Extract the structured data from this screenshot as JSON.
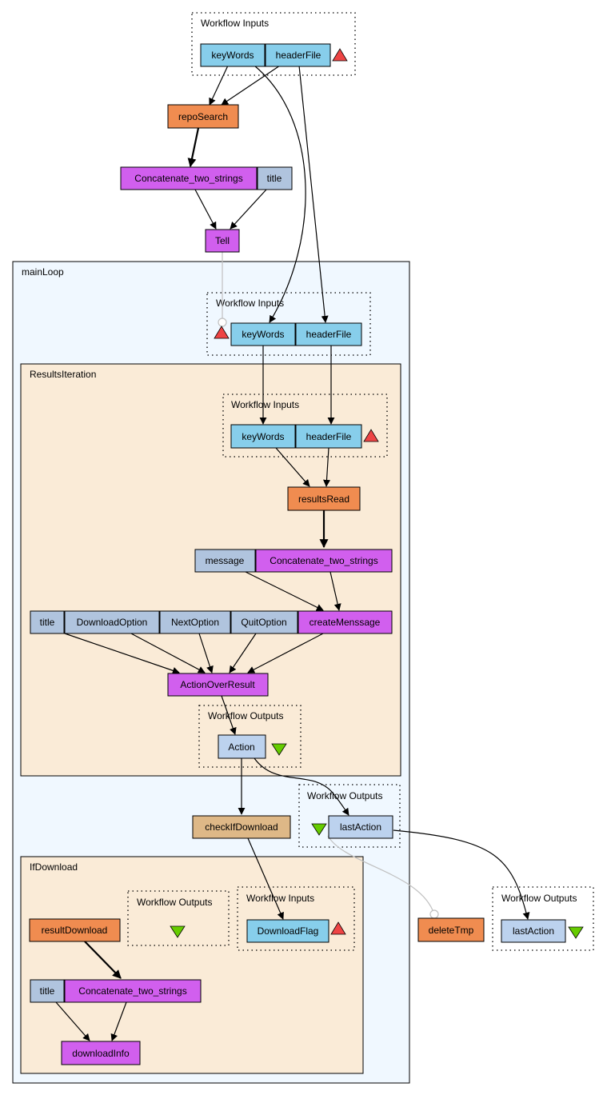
{
  "colors": {
    "input_port": "#87ceeb",
    "output_port": "#bcd2ee",
    "constant": "#b0c4de",
    "beanshell": "#f08c50",
    "local_worker": "#d15fee",
    "nested_dataflow": "#deb887",
    "loop_bg": "#f0f8ff",
    "nested_bg": "#faebd7",
    "input_marker": "#ee4444",
    "output_marker": "#66cc00"
  },
  "groups": {
    "main_loop": "mainLoop",
    "results_iteration": "ResultsIteration",
    "if_download": "IfDownload"
  },
  "ports": {
    "top_inputs": "Workflow Inputs",
    "loop_inputs": "Workflow Inputs",
    "iteration_inputs": "Workflow Inputs",
    "iteration_outputs": "Workflow Outputs",
    "loop_outputs": "Workflow Outputs",
    "ifdownload_outputs": "Workflow Outputs",
    "ifdownload_inputs": "Workflow Inputs",
    "final_outputs": "Workflow Outputs"
  },
  "nodes": {
    "keywords_top": "keyWords",
    "headerfile_top": "headerFile",
    "reposearch": "repoSearch",
    "concat_top": "Concatenate_two_strings",
    "title_top": "title",
    "tell": "Tell",
    "keywords_loop": "keyWords",
    "headerfile_loop": "headerFile",
    "keywords_iter": "keyWords",
    "headerfile_iter": "headerFile",
    "resultsread": "resultsRead",
    "message": "message",
    "concat_iter": "Concatenate_two_strings",
    "title_iter": "title",
    "downloadoption": "DownloadOption",
    "nextoption": "NextOption",
    "quitoption": "QuitOption",
    "createmessage": "createMenssage",
    "actionoverresult": "ActionOverResult",
    "action": "Action",
    "checkifdownload": "checkIfDownload",
    "lastaction_loop": "lastAction",
    "resultdownload": "resultDownload",
    "downloadflag": "DownloadFlag",
    "title_dl": "title",
    "concat_dl": "Concatenate_two_strings",
    "downloadinfo": "downloadInfo",
    "deletetmp": "deleteTmp",
    "lastaction_final": "lastAction"
  }
}
